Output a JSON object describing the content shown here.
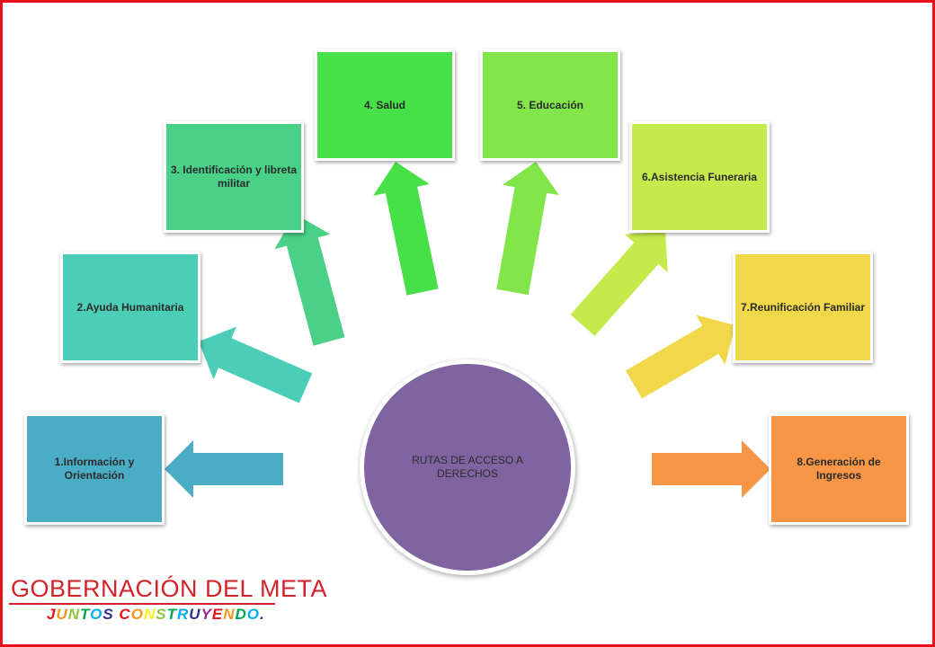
{
  "center": {
    "label": "RUTAS DE ACCESO A DERECHOS",
    "color": "#8064a2"
  },
  "routes": [
    {
      "label": "1.Información y Orientación",
      "color": "#4bacc6"
    },
    {
      "label": "2.Ayuda Humanitaria",
      "color": "#4bcdb6"
    },
    {
      "label": "3. Identificación y libreta militar",
      "color": "#48d187"
    },
    {
      "label": "4. Salud",
      "color": "#48e048"
    },
    {
      "label": "5. Educación",
      "color": "#82e64a"
    },
    {
      "label": "6.Asistencia Funeraria",
      "color": "#c5ea4c"
    },
    {
      "label": "7.Reunificación Familiar",
      "color": "#f0d84a"
    },
    {
      "label": "8.Generación de Ingresos",
      "color": "#f79646"
    }
  ],
  "logo": {
    "title": "GOBERNACIÓN DEL META",
    "slogan": [
      "J",
      "U",
      "N",
      "T",
      "O",
      "S",
      " ",
      "C",
      "O",
      "N",
      "S",
      "T",
      "R",
      "U",
      "Y",
      "E",
      "N",
      "D",
      "O",
      "."
    ],
    "slogan_colors": [
      "#e8131b",
      "#f7941d",
      "#8cc63f",
      "#00a651",
      "#00aeef",
      "#2e3192",
      "#ffffff",
      "#e8131b",
      "#f7941d",
      "#fcee21",
      "#8cc63f",
      "#00a651",
      "#00aeef",
      "#2e3192",
      "#92278f",
      "#e8131b",
      "#f7941d",
      "#00a651",
      "#00aeef",
      "#2e3192"
    ]
  }
}
